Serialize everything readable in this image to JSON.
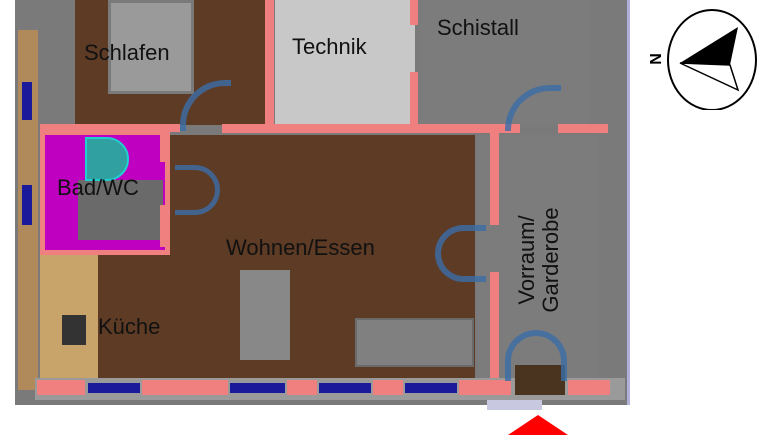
{
  "rooms": {
    "schlafen": "Schlafen",
    "technik": "Technik",
    "schistall": "Schistall",
    "bad_wc": "Bad/WC",
    "wohnen_essen": "Wohnen/Essen",
    "kueche": "Küche",
    "vorraum_line1": "Vorraum/",
    "vorraum_line2": "Garderobe"
  },
  "compass": {
    "north_label": "N"
  },
  "colors": {
    "wall": "#f08080",
    "floor_wood": "#5e3b25",
    "bath": "#c000c0",
    "window": "#1a1a9a",
    "entrance_arrow": "#ff0000"
  }
}
